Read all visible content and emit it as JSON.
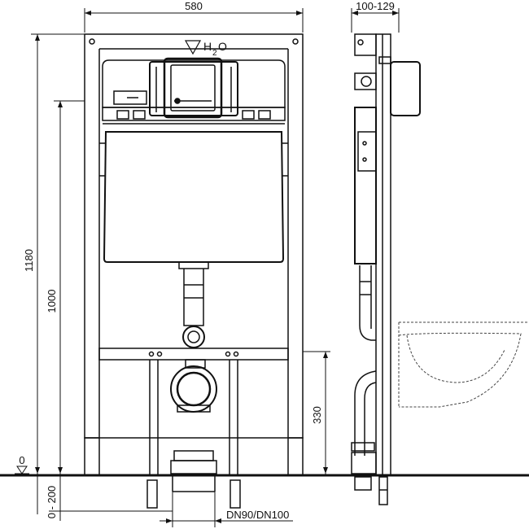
{
  "dimensions": {
    "width_label": "580",
    "depth_label": "100-129",
    "height_total_label": "1180",
    "height_inner_label": "1000",
    "seat_height_label": "330",
    "floor_adjust_label": "0 - 200",
    "floor_level_label": "0",
    "drain_label": "DN90/DN100"
  },
  "water_symbol": {
    "base": "H",
    "subscript": "2",
    "tail": "O"
  }
}
